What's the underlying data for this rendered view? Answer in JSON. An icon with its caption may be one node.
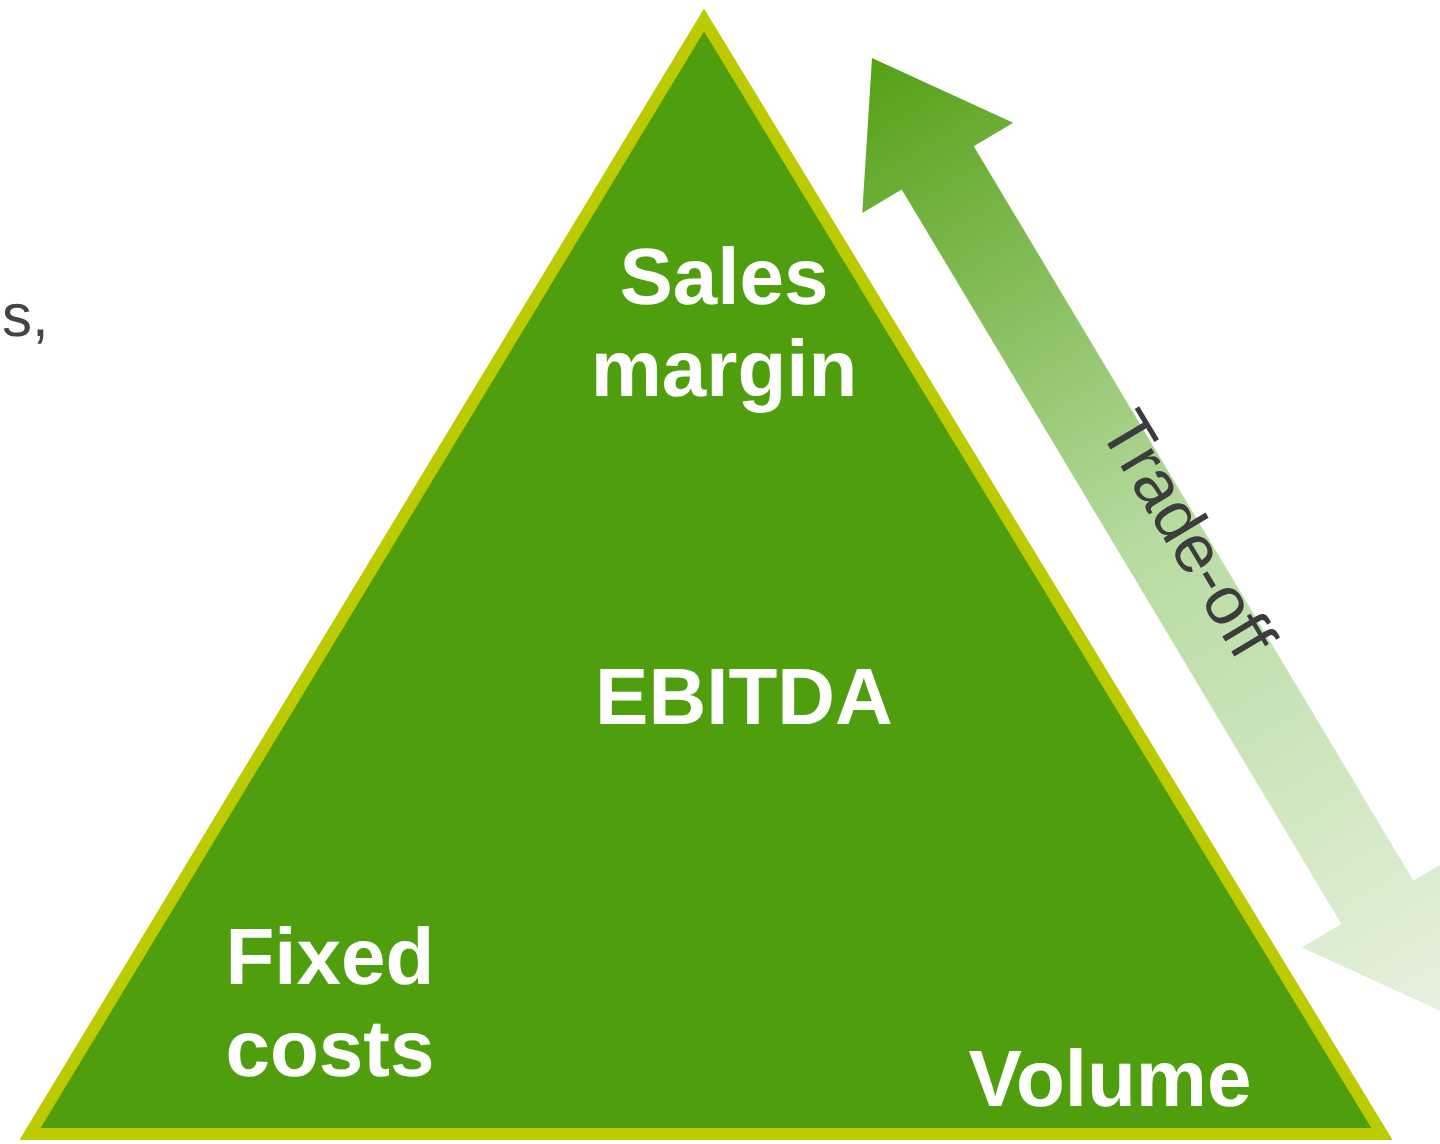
{
  "diagram": {
    "nodes": [
      {
        "text": [
          "Sales margin",
          "EBITDA",
          "Fixed costs",
          "Volume"
        ]
      }
    ],
    "labels": [
      "s,",
      "Trade-off"
    ]
  }
}
